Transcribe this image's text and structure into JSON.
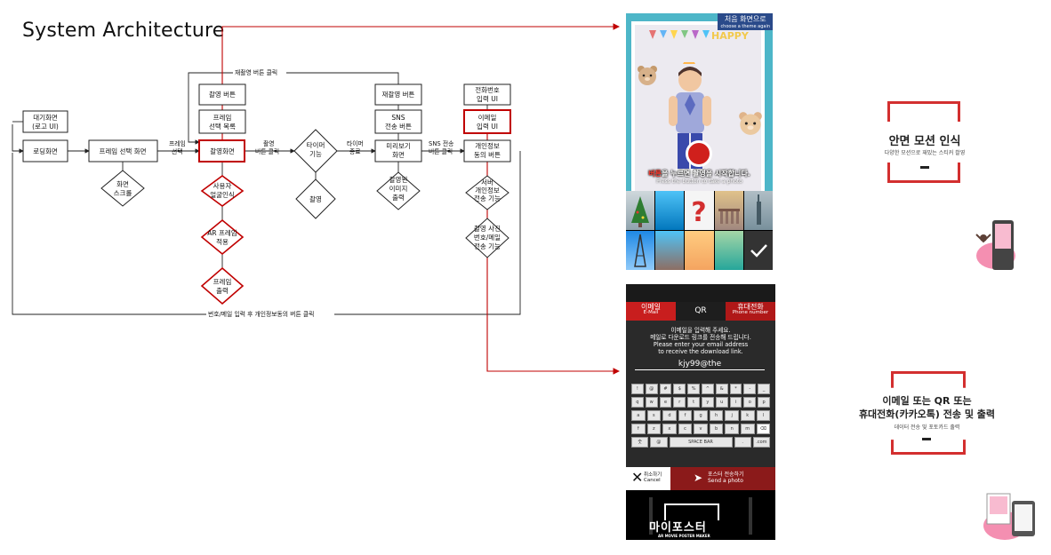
{
  "title": "System Architecture",
  "nodes": {
    "idle": "대기화면\n(로고 UI)",
    "loading": "로딩화면",
    "frame_select": "프레임 선택 화면",
    "retake_btn1": "촬영 버튼",
    "frame_list": "프레임\n선택 목록",
    "shoot_screen": "촬영화면",
    "retake_btn2": "재촬영 버튼",
    "sns_btn": "SNS\n전송 버튼",
    "preview": "미리보기\n화면",
    "phone_ui": "전화번호\n입력 UI",
    "email_ui": "이메일\n입력 UI",
    "privacy": "개인정보\n동의 버튼"
  },
  "decisions": {
    "frame_scroll": "화면\n스크롤",
    "face_detect": "사용자\n얼굴인식",
    "ar_frame": "AR 프레임\n적용",
    "frame_out": "프레임\n출력",
    "timer": "타이머\n기능",
    "shoot": "촬영",
    "taken_img": "촬영된\n이미지\n출력",
    "server_send": "서버\n개인정보\n전송 기능",
    "photo_send": "촬영 사진\n번호/메일\n전송 기능"
  },
  "edges": {
    "retake_out": "재촬영 버튼 클릭",
    "frame_select_edge": "프레임\n선택",
    "shoot_click": "촬영\n버튼 클릭",
    "timer_end": "타이머\n종료",
    "sns_click": "SNS 전송\n버튼 클릭",
    "bottom_loop": "번호/메일 입력 후 개인정보동의 버튼 클릭"
  },
  "screen1": {
    "corner_ko": "처음 화면으로",
    "corner_en": "choose a theme again",
    "happy": "HAPPY",
    "caption_red": "버튼",
    "caption_ko_rest": "을 누르면 촬영을 시작합니다.",
    "caption_en": "Press the button to take a photo"
  },
  "screen2": {
    "tab_email_ko": "이메일",
    "tab_email_en": "E-Mail",
    "tab_qr": "QR",
    "tab_phone_ko": "휴대전화",
    "tab_phone_en": "Phone number",
    "msg": [
      "이메일을 입력해 주세요.",
      "메일로 다운로드 링크를 전송해 드립니다.",
      "Please enter your email address",
      "to receive the download link."
    ],
    "email_value": "kjy99@the",
    "keys_row1": [
      "!",
      "@",
      "#",
      "$",
      "%",
      "^",
      "&",
      "*",
      "-",
      "_"
    ],
    "keys_row2": [
      "q",
      "w",
      "e",
      "r",
      "t",
      "y",
      "u",
      "i",
      "o",
      "p"
    ],
    "keys_row3": [
      "a",
      "s",
      "d",
      "f",
      "g",
      "h",
      "j",
      "k",
      "l"
    ],
    "keys_row4": [
      "↑",
      "z",
      "x",
      "c",
      "v",
      "b",
      "n",
      "m",
      "⌫"
    ],
    "keys_row5": [
      "숫",
      "@",
      "SPACE BAR",
      ".",
      ".com"
    ],
    "cancel_ko": "취소하기",
    "cancel_en": "Cancel",
    "send_ko": "포스터 전송하기",
    "send_en": "Send a photo",
    "logo": "마이포스터",
    "logo_sub": "AR MOVIE POSTER MAKER"
  },
  "feature1": {
    "title": "안면 모션 인식",
    "subtitle": "다양한 모션으로 재밌는 스티커 촬영"
  },
  "feature2": {
    "title1": "이메일 또는 QR 또는",
    "title2": "휴대전화(카카오톡) 전송 및 출력",
    "subtitle": "데이터 전송 및 포토카드 출력"
  },
  "colors": {
    "accent": "#c00000",
    "brand_red": "#d32f2f"
  }
}
